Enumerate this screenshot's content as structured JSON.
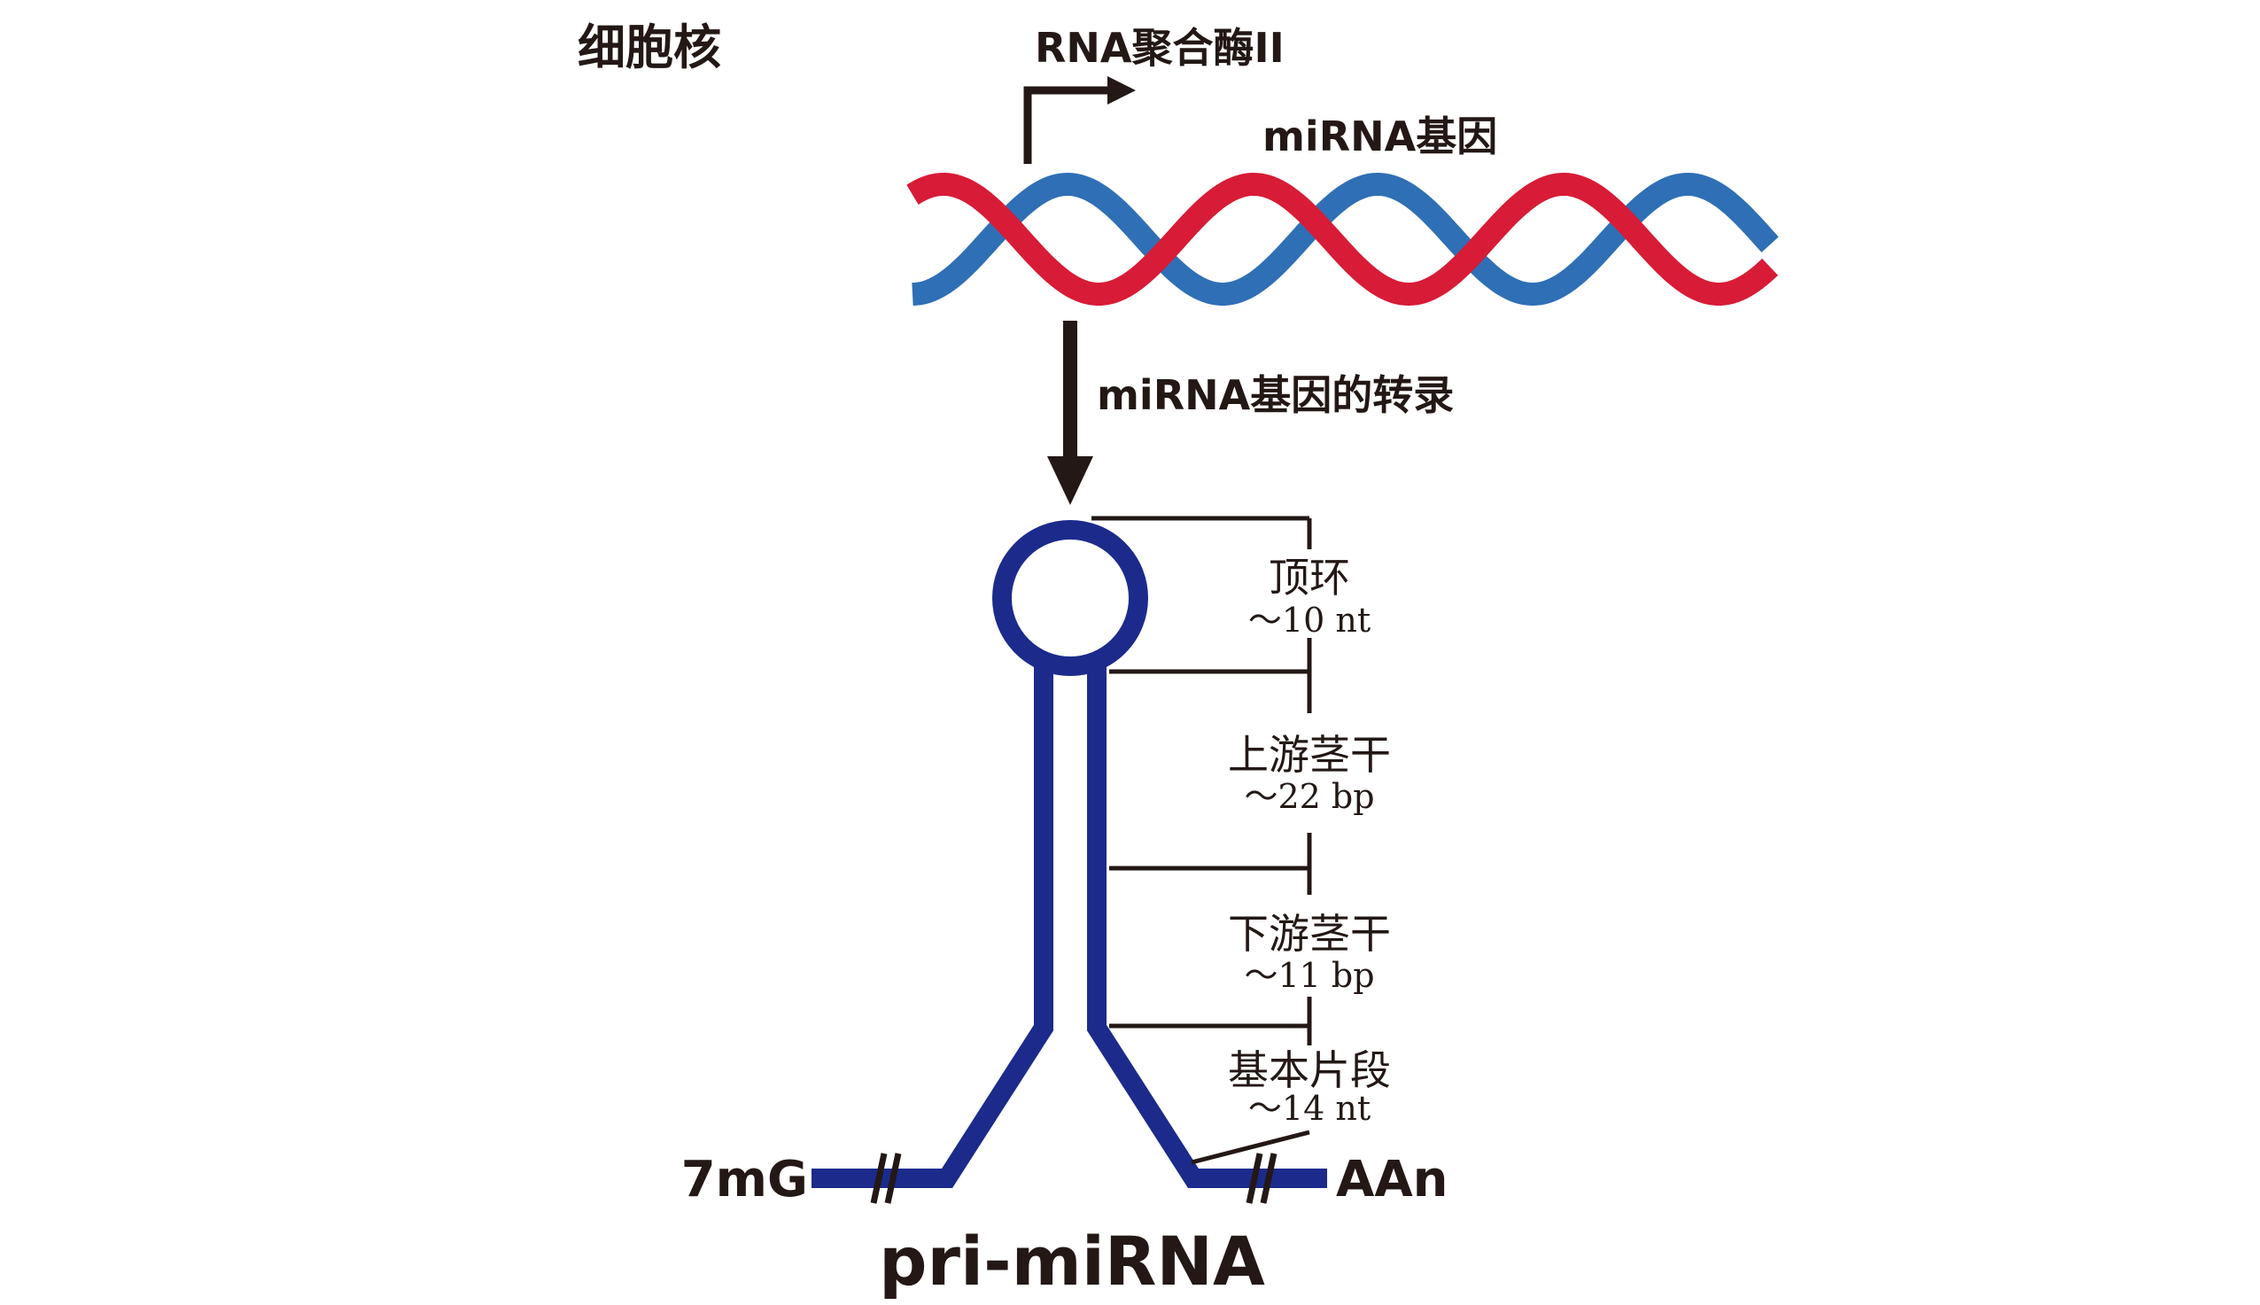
{
  "labels": {
    "nucleus": "细胞核",
    "polymerase": "RNA聚合酶II",
    "gene": "miRNA基因",
    "transcription": "miRNA基因的转录",
    "cap": "7mG",
    "tail": "AAn",
    "product": "pri-miRNA"
  },
  "segments": [
    {
      "name": "顶环",
      "size": "～10 nt"
    },
    {
      "name": "上游茎干",
      "size": "～22 bp"
    },
    {
      "name": "下游茎干",
      "size": "～11 bp"
    },
    {
      "name": "基本片段",
      "size": "～14 nt"
    }
  ],
  "colors": {
    "strand_red": "#d81b36",
    "strand_blue": "#2f6fb5",
    "rna": "#1c2a8c",
    "ink": "#231815"
  }
}
